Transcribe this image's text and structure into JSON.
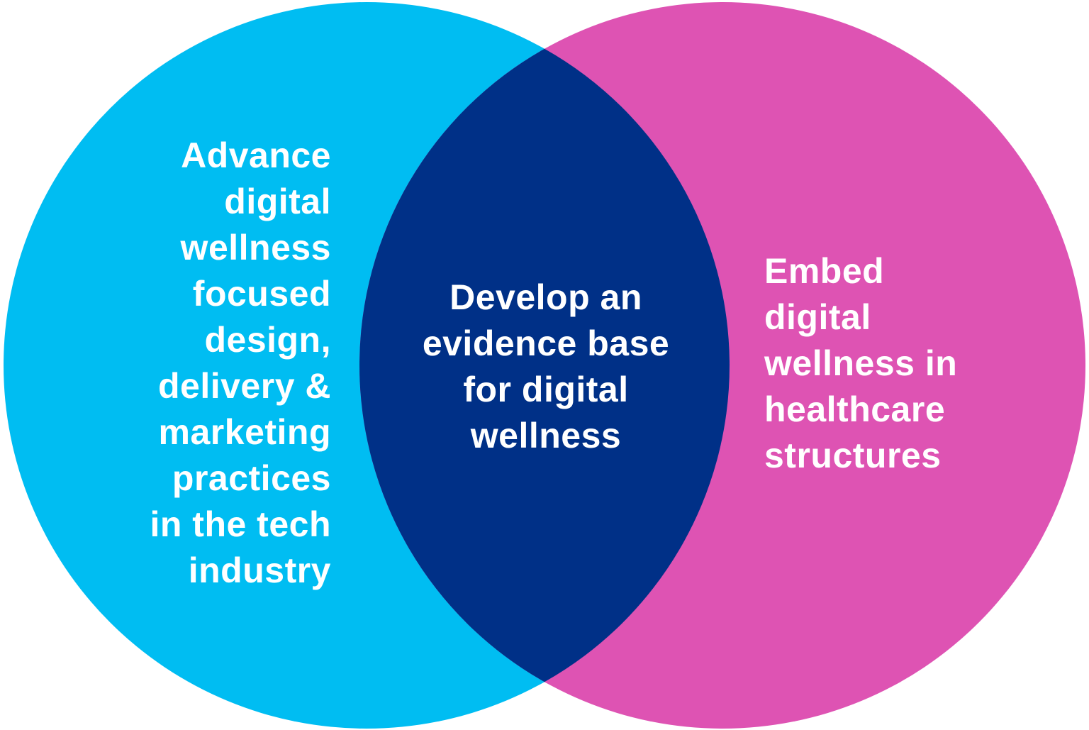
{
  "diagram": {
    "type": "venn",
    "background_color": "#ffffff",
    "text_color": "#ffffff",
    "left_circle": {
      "color": "#00BDF2",
      "label": "Advance digital wellness focused design, delivery & marketing practices in the tech industry",
      "lines": [
        "Advance",
        "digital",
        "wellness",
        "focused",
        "design,",
        "delivery &",
        "marketing",
        "practices",
        "in the tech",
        "industry"
      ]
    },
    "right_circle": {
      "color": "#DE53B3",
      "label": "Embed digital wellness in healthcare structures",
      "lines": [
        "Embed",
        "digital",
        "wellness in",
        "healthcare",
        "structures"
      ]
    },
    "intersection": {
      "color": "#003087",
      "label": "Develop an evidence base for digital wellness",
      "lines": [
        "Develop an",
        "evidence base",
        "for digital",
        "wellness"
      ]
    }
  }
}
